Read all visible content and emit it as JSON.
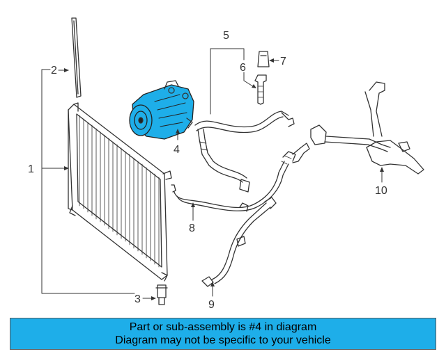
{
  "callouts": {
    "n1": "1",
    "n2": "2",
    "n3": "3",
    "n4": "4",
    "n5": "5",
    "n6": "6",
    "n7": "7",
    "n8": "8",
    "n9": "9",
    "n10": "10"
  },
  "banner": {
    "line1": "Part or sub-assembly is #4 in diagram",
    "line2": "Diagram may not be specific to your vehicle"
  },
  "colors": {
    "highlight_part": "#1eaee9",
    "banner_bg": "#1eaee9",
    "line_art": "#333333"
  }
}
